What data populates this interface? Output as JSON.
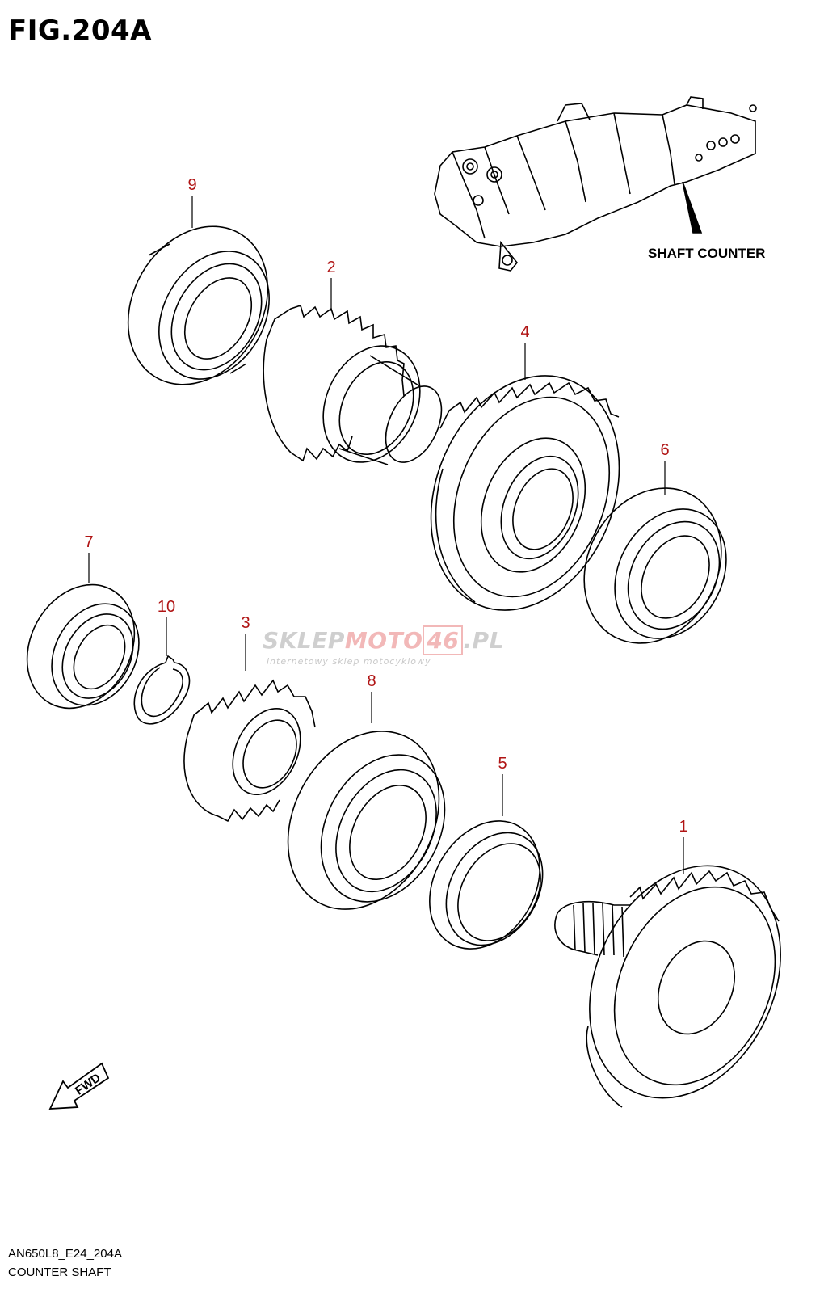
{
  "figure": {
    "title": "FIG.204A",
    "code": "AN650L8_E24_204A",
    "name": "COUNTER SHAFT"
  },
  "inset": {
    "label": "SHAFT COUNTER"
  },
  "fwd_label": "FWD",
  "callouts": [
    "9",
    "2",
    "4",
    "6",
    "7",
    "10",
    "3",
    "8",
    "5",
    "1"
  ],
  "watermark": {
    "part1": "SKLEP",
    "part2": "MOTO",
    "part3": "46",
    "part4": ".PL",
    "sub": "internetowy sklep motocyklowy"
  },
  "colors": {
    "line": "#000000",
    "callout": "#b01414",
    "watermark": "#cfcfcf"
  }
}
